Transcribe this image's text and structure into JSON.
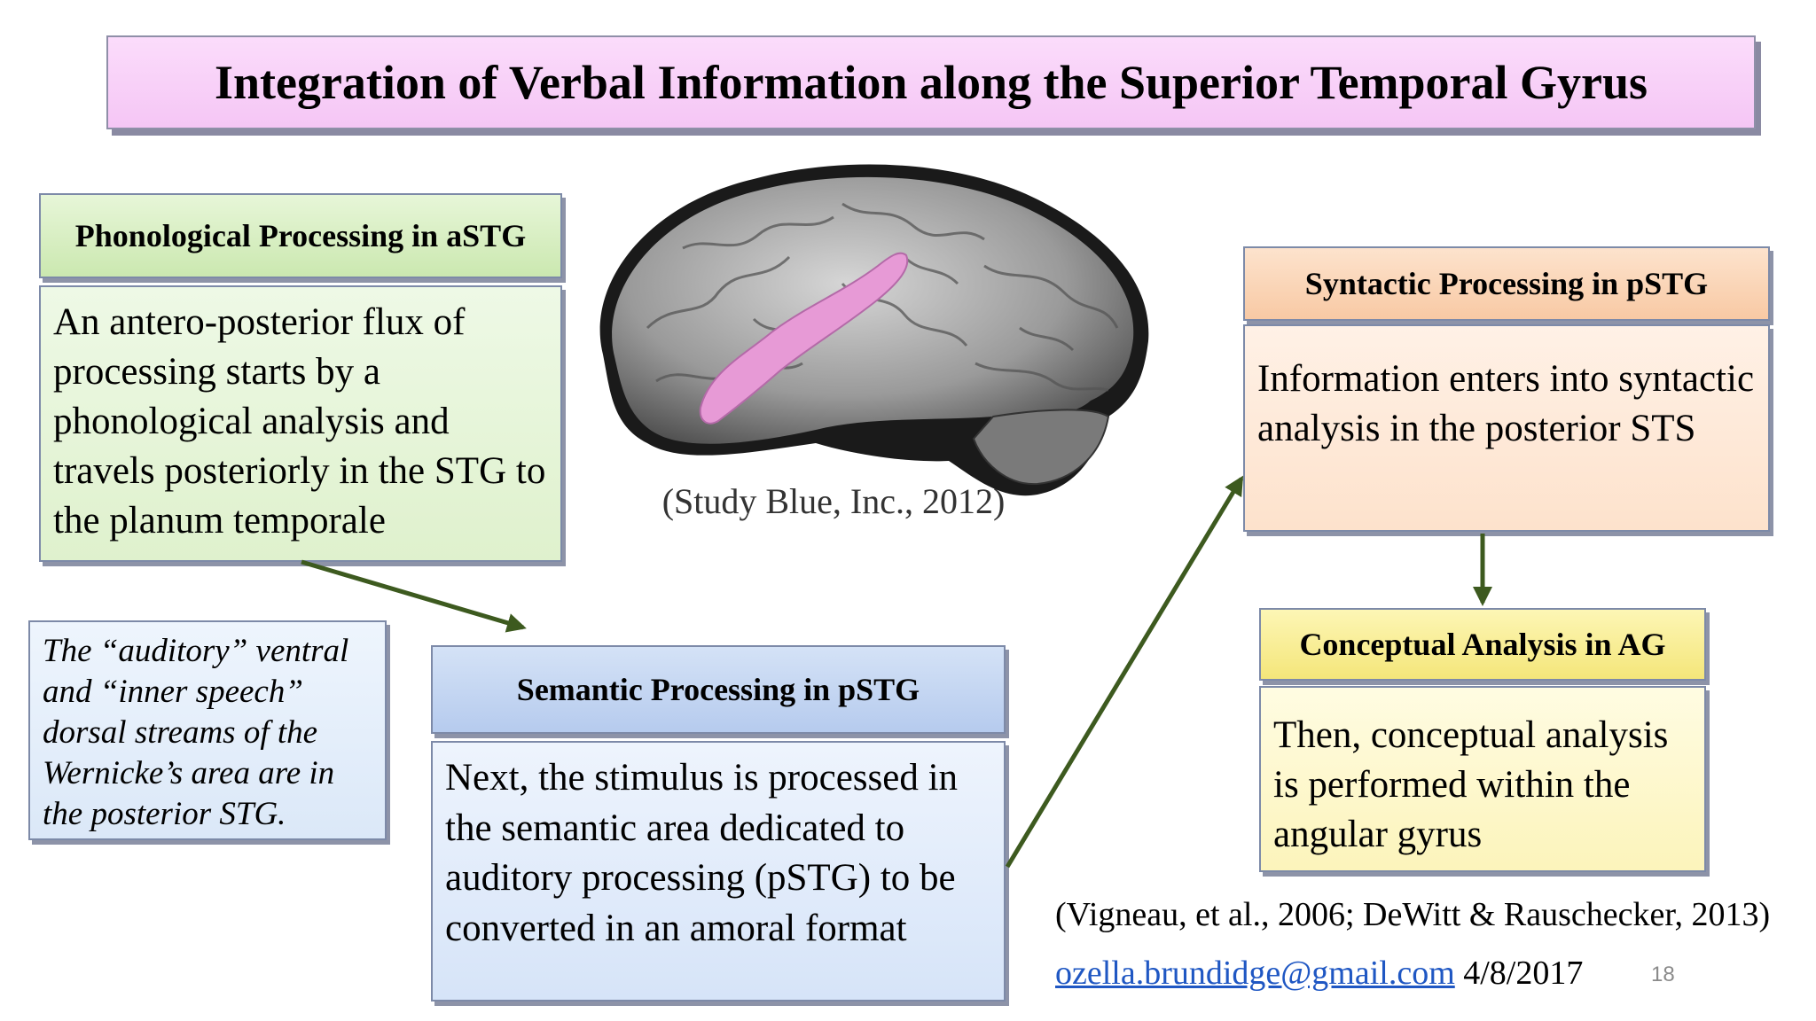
{
  "title": "Integration of Verbal Information along the Superior Temporal Gyrus",
  "phonological": {
    "header": "Phonological Processing in aSTG",
    "body": "An antero-posterior flux of processing starts by a phonological analysis and travels posteriorly in the STG to the planum temporale"
  },
  "note": "The “auditory” ventral and “inner speech” dorsal streams of the Wernicke’s area are in the posterior STG.",
  "brain": {
    "caption": "(Study Blue, Inc., 2012)",
    "highlight_color": "#e79ad6"
  },
  "semantic": {
    "header": "Semantic  Processing in pSTG",
    "body": "Next, the stimulus is processed in the semantic area dedicated to auditory processing (pSTG) to be converted in an amoral format"
  },
  "syntactic": {
    "header": "Syntactic  Processing in pSTG",
    "body": "Information enters into syntactic analysis in the posterior STS"
  },
  "conceptual": {
    "header": "Conceptual Analysis  in AG",
    "body": "Then, conceptual analysis is performed within the angular gyrus"
  },
  "references": "(Vigneau, et al., 2006; DeWitt & Rauschecker, 2013)",
  "footer": {
    "email": "ozella.brundidge@gmail.com",
    "date": "4/8/2017",
    "page_number": "18"
  },
  "colors": {
    "arrow": "#3d5a1f",
    "title_bg": "#f5c6f5"
  }
}
